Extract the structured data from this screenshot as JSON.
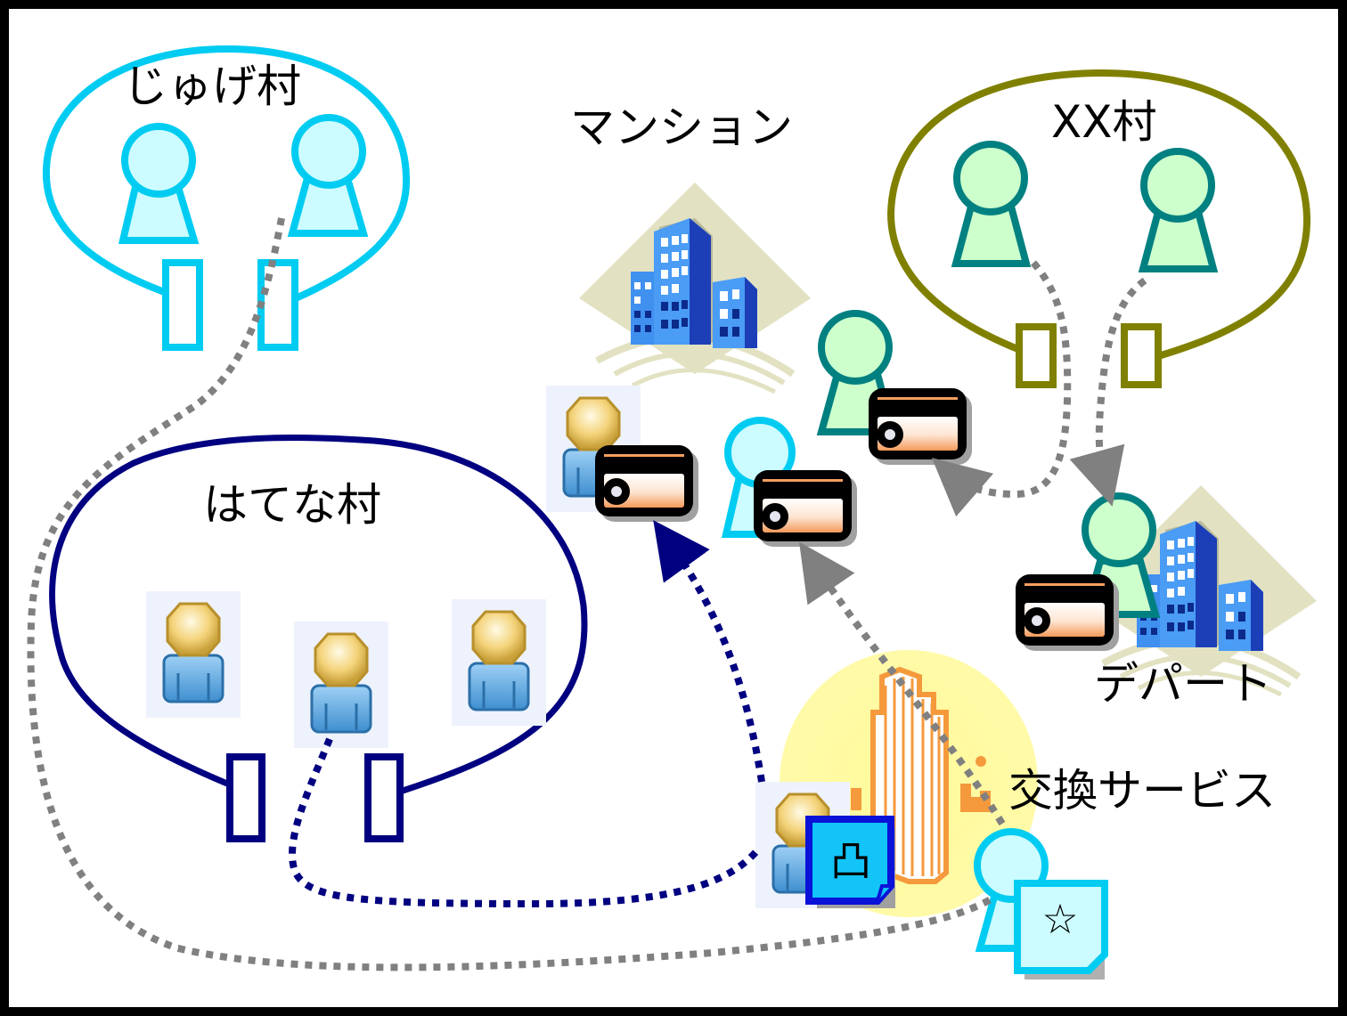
{
  "diagram": {
    "title": "",
    "villages": [
      {
        "id": "jugemura",
        "label": "じゅげ村",
        "color": "#00ccf2",
        "fill": "#ccfcff"
      },
      {
        "id": "hatena",
        "label": "はてな村",
        "color": "#000080"
      },
      {
        "id": "xx",
        "label": "XX村",
        "color": "#808000",
        "fill": "#ccffcc",
        "person_stroke": "#008080"
      }
    ],
    "places": [
      {
        "id": "mansion",
        "label": "マンション"
      },
      {
        "id": "department",
        "label": "デパート"
      },
      {
        "id": "exchange",
        "label": "交換サービス"
      }
    ],
    "icons": {
      "card": "id-card-icon",
      "building": "office-building-icon",
      "tower": "tower-building-icon",
      "user": "user-icon",
      "document_up": "document-up-symbol-icon",
      "document_star": "document-star-icon"
    },
    "symbols": {
      "document_up_glyph": "凸",
      "document_star_glyph": "☆"
    },
    "colors": {
      "connector_gray": "#808080",
      "connector_navy": "#000080",
      "card_orange": "#f4a060",
      "exchange_glow": "#ffff99",
      "tower_orange": "#f59a3c",
      "building_blue": "#3a8ef0"
    }
  }
}
